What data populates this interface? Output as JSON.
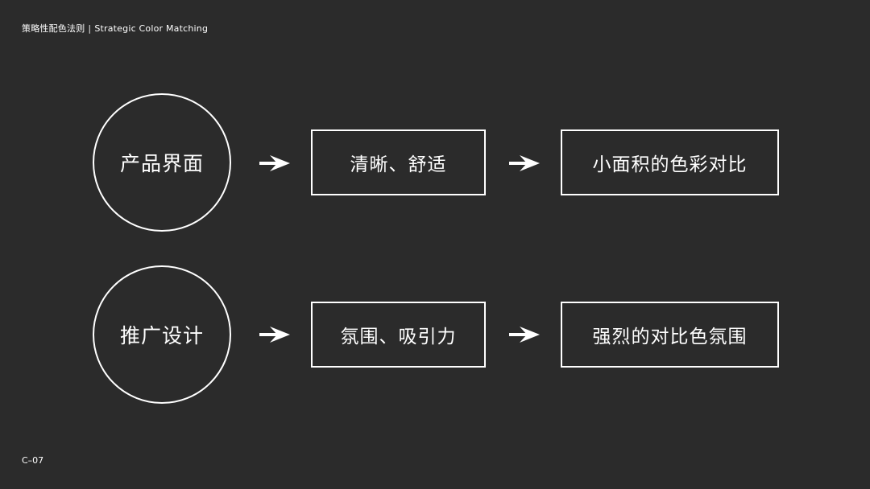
{
  "header": {
    "title_cn": "策略性配色法则",
    "separator": "|",
    "title_en": "Strategic Color Matching"
  },
  "footer": {
    "page_code": "C–07"
  },
  "rows": [
    {
      "category": "产品界面",
      "requirement": "清晰、舒适",
      "strategy": "小面积的色彩对比"
    },
    {
      "category": "推广设计",
      "requirement": "氛围、吸引力",
      "strategy": "强烈的对比色氛围"
    }
  ],
  "icons": {
    "arrow": "arrow-right-icon"
  },
  "colors": {
    "background": "#2b2b2b",
    "foreground": "#ffffff"
  }
}
